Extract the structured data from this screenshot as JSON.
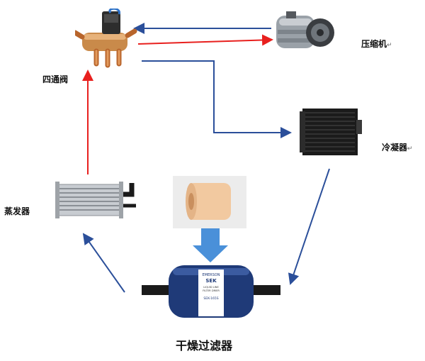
{
  "components": {
    "four_way_valve": {
      "label": "四通阀"
    },
    "compressor": {
      "label": "压缩机",
      "mark": "↵"
    },
    "condenser": {
      "label": "冷凝器",
      "mark": "↵"
    },
    "evaporator": {
      "label": "蒸发器"
    },
    "drier_filter": {
      "label": "干燥过滤器",
      "canister_text": [
        "EMERSON",
        "SEK",
        "LIQUID LINE",
        "FILTER DRIER",
        "SEK-165S"
      ]
    }
  },
  "colors": {
    "red_arrow": "#e8201e",
    "blue_arrow": "#2b4f9a",
    "big_arrow": "#4a90d9",
    "canister": "#1f3a78",
    "filter_core": "#f2c9a0"
  }
}
